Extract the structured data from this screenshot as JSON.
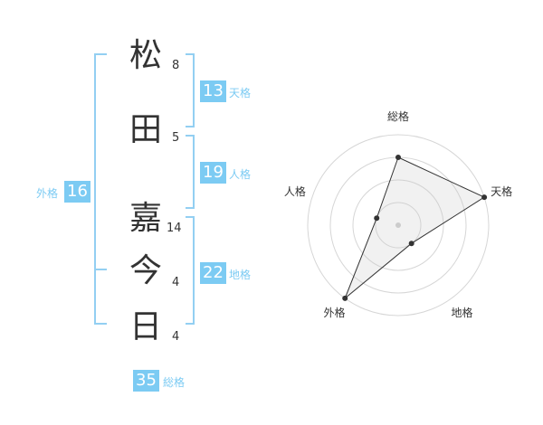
{
  "colors": {
    "accent": "#7ccbf3",
    "bracket": "#93cff2",
    "label_text": "#7ccbf3",
    "kanji_text": "#333333"
  },
  "name": {
    "characters": [
      {
        "char": "松",
        "strokes": "8"
      },
      {
        "char": "田",
        "strokes": "5"
      },
      {
        "char": "嘉",
        "strokes": "14"
      },
      {
        "char": "今",
        "strokes": "4"
      },
      {
        "char": "日",
        "strokes": "4"
      }
    ]
  },
  "fortune": {
    "tenkaku": {
      "value": "13",
      "label": "天格"
    },
    "jinkaku": {
      "value": "19",
      "label": "人格"
    },
    "chikaku": {
      "value": "22",
      "label": "地格"
    },
    "gaikaku": {
      "value": "16",
      "label": "外格"
    },
    "soukaku": {
      "value": "35",
      "label": "総格"
    }
  },
  "chart_data": {
    "type": "radar",
    "axes": [
      "総格",
      "天格",
      "地格",
      "外格",
      "人格"
    ],
    "levels": 4,
    "range": [
      0,
      4
    ],
    "values": [
      3,
      4,
      1,
      4,
      1
    ]
  }
}
